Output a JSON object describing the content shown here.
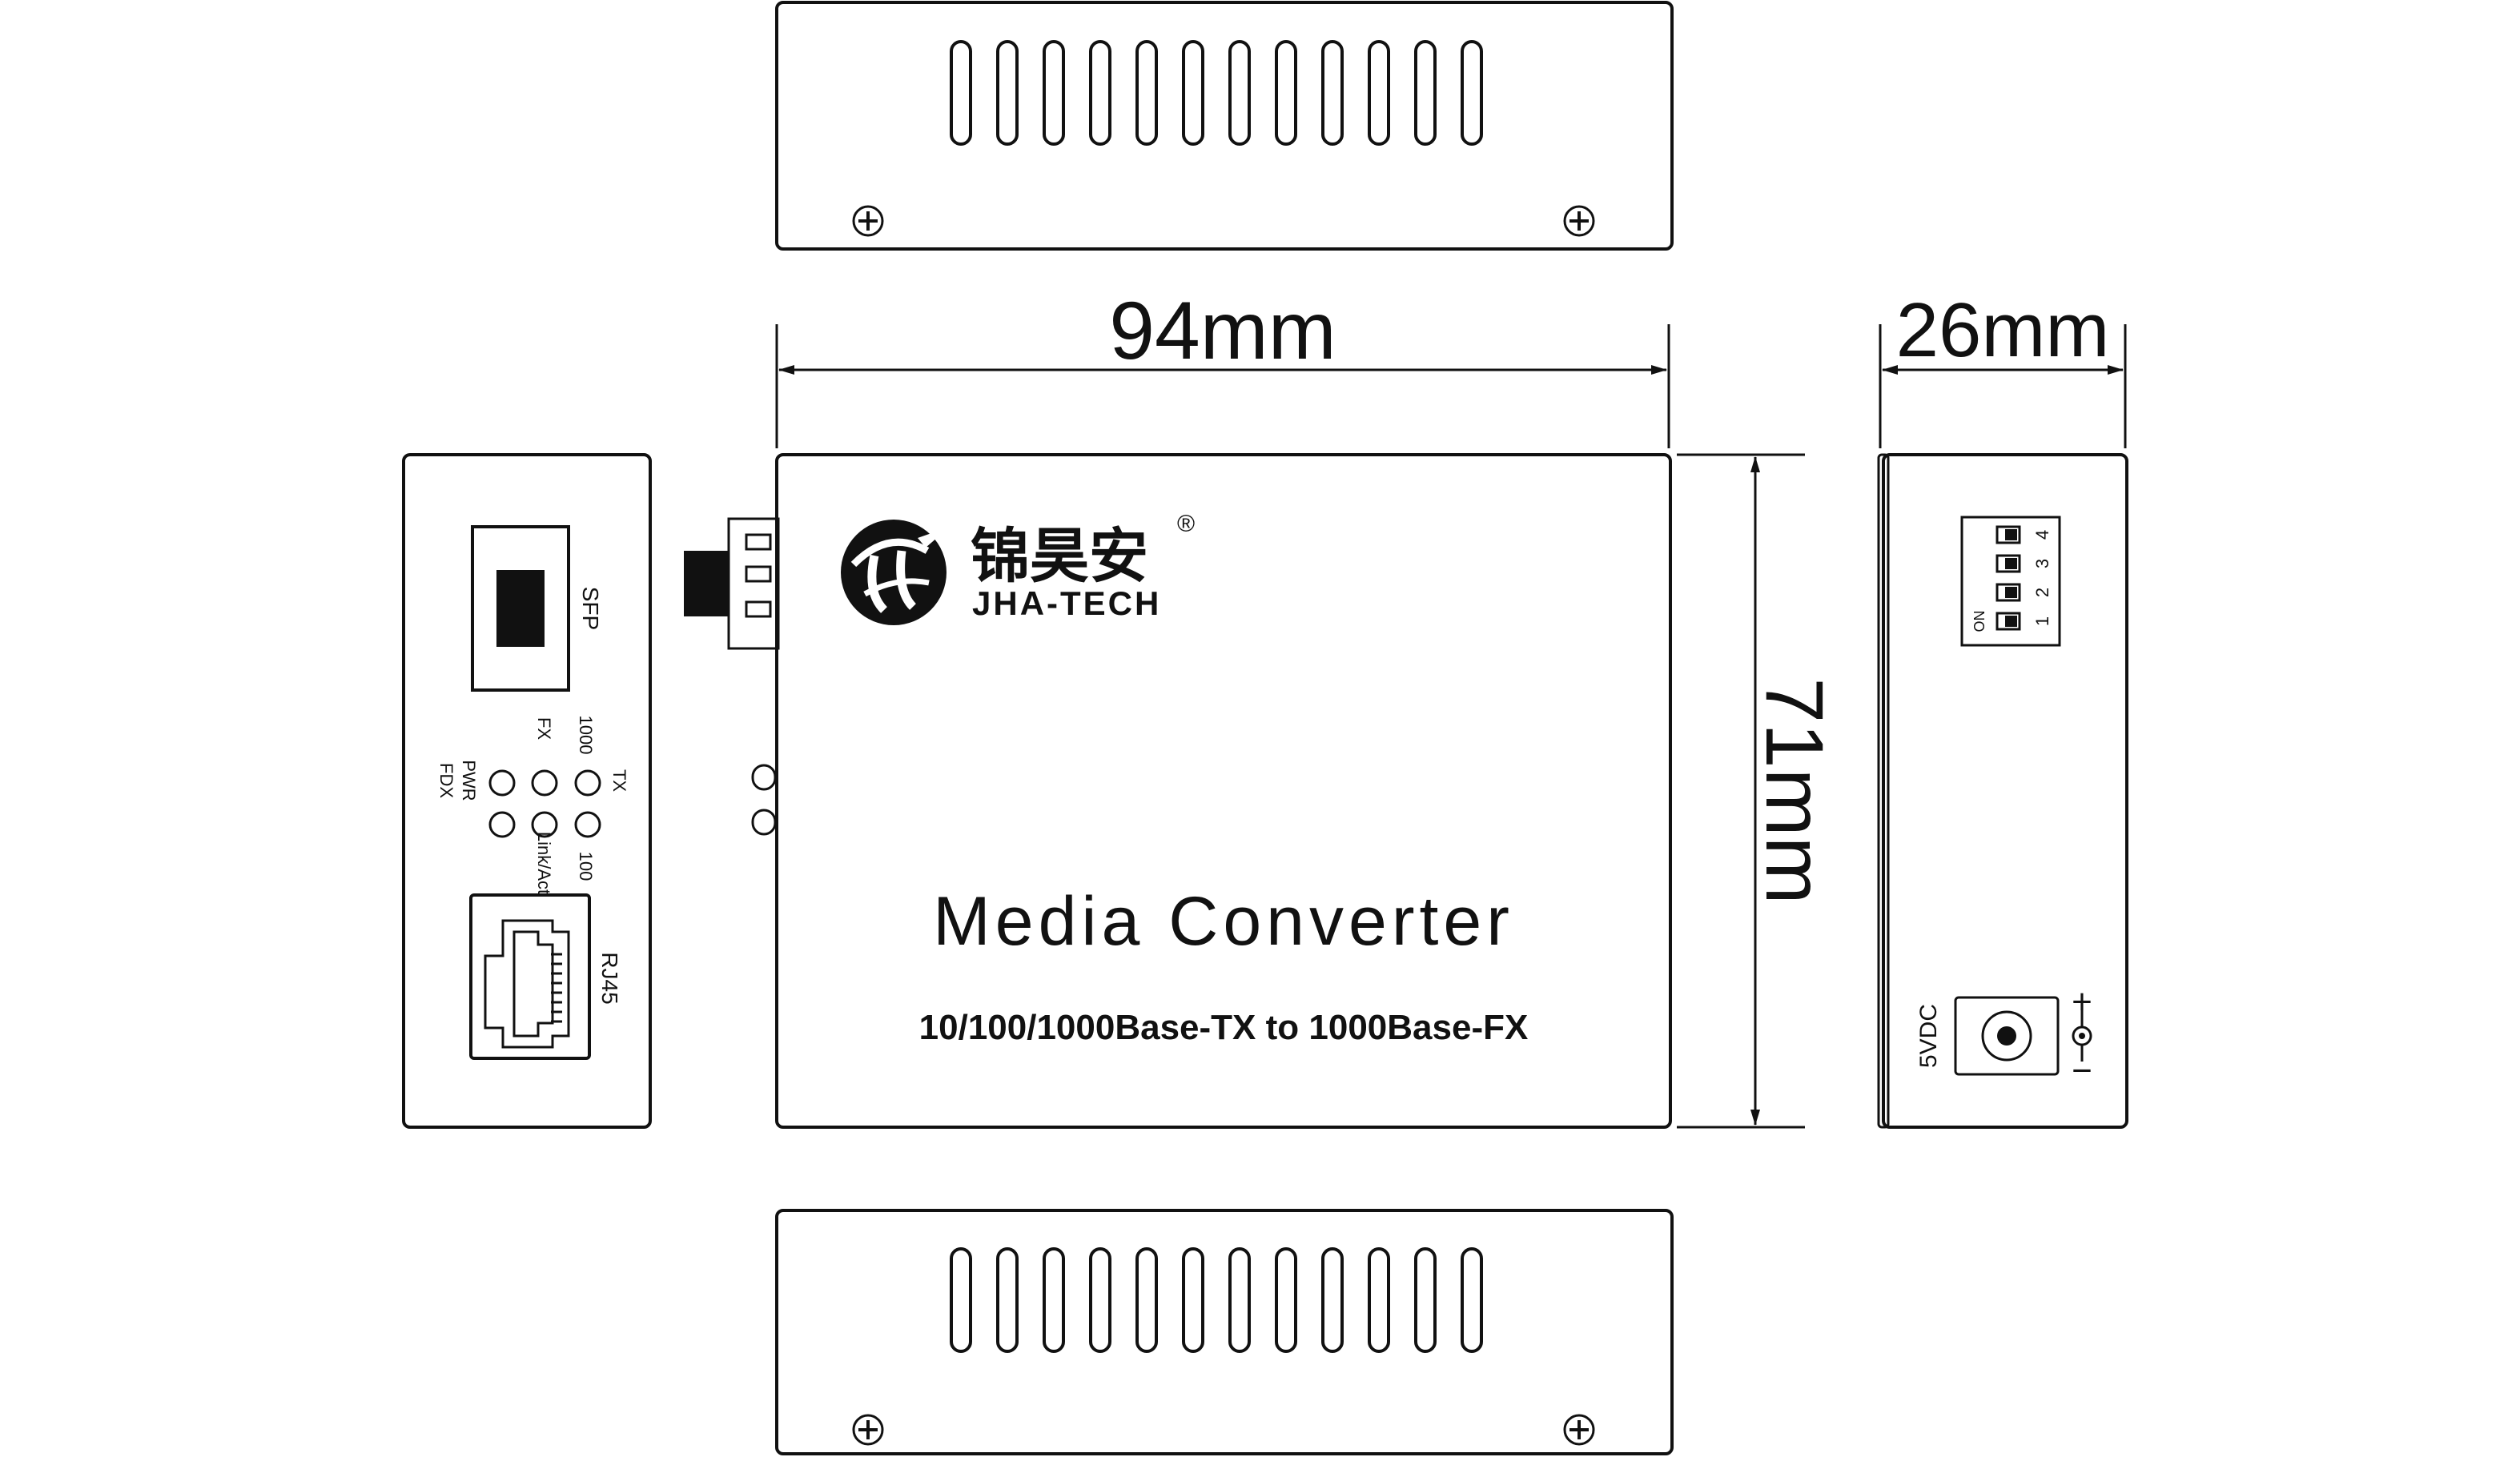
{
  "colors": {
    "ink": "#111111",
    "paper": "#ffffff",
    "panel": "#ffffff"
  },
  "dimensions": {
    "width": "94mm",
    "height": "71mm",
    "depth": "26mm"
  },
  "brand": {
    "name_cn": "锦昊安",
    "name_en": "JHA-TECH",
    "registered": "®",
    "logo": "jh-swoosh-logo"
  },
  "product": {
    "title": "Media Converter",
    "subtitle": "10/100/1000Base-TX to 1000Base-FX"
  },
  "front_panel": {
    "sfp_label": "SFP",
    "rj45_label": "RJ45",
    "leds": {
      "pwr": "PWR",
      "fdx": "FDX",
      "fx": "FX",
      "link_act": "Link/Act",
      "speed_1000": "1000",
      "speed_100": "100",
      "tx": "TX"
    }
  },
  "rear_panel": {
    "dip_on": "ON",
    "dip_numbers": [
      "1",
      "2",
      "3",
      "4"
    ],
    "power_label": "5VDC",
    "plus": "+",
    "minus": "−"
  },
  "vents": {
    "count": 12
  },
  "icons": [
    "screw-icon",
    "led-indicator-icon",
    "rj45-port-icon",
    "sfp-cage-icon",
    "dip-switch-icon",
    "dc-jack-icon",
    "dimension-arrow-icon"
  ]
}
